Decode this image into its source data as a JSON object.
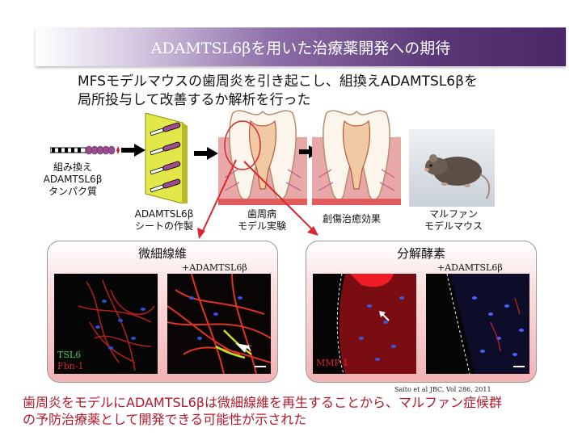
{
  "header": {
    "title": "ADAMTSL6βを用いた治療薬開発への期待"
  },
  "intro": {
    "line1": "MFSモデルマウスの歯周炎を引き起こし、組換えADAMTSL6βを",
    "line2": "局所投与して改善するか解析を行った"
  },
  "steps": {
    "protein": {
      "line1": "組み換え",
      "line2": "ADAMTSL6β",
      "line3": "タンパク質"
    },
    "sheet": {
      "line1": "ADAMTSL6β",
      "line2": "シートの作製"
    },
    "model": {
      "line1": "歯周病",
      "line2": "モデル実験"
    },
    "healing": {
      "label": "創傷治癒効果"
    },
    "mouse": {
      "line1": "マルファン",
      "line2": "モデルマウス"
    }
  },
  "panels": {
    "fibers": {
      "title": "微細線維",
      "treated_label": "+ADAMTSL6β",
      "stain_tsl6": "TSL6",
      "stain_fbn": "Fbn-1"
    },
    "enzyme": {
      "title": "分解酵素",
      "treated_label": "+ADAMTSL6β",
      "stain_mmp": "MMP-1"
    }
  },
  "citation": "Saito et al JBC, Vol 286, 2011",
  "conclusion": {
    "line1": "歯周炎をモデルにADAMTSL6βは微細線維を再生することから、マルファン症候群",
    "line2": "の予防治療薬として開発できる可能性が示された"
  },
  "colors": {
    "conclusion_text": "#b2182b",
    "banner_dark": "#4a2868",
    "sheet_yellow": "#e3e84a",
    "red_arrow": "#d9272c",
    "stain_tsl6": "#3ddc4a",
    "stain_fbn": "#e0232b"
  }
}
